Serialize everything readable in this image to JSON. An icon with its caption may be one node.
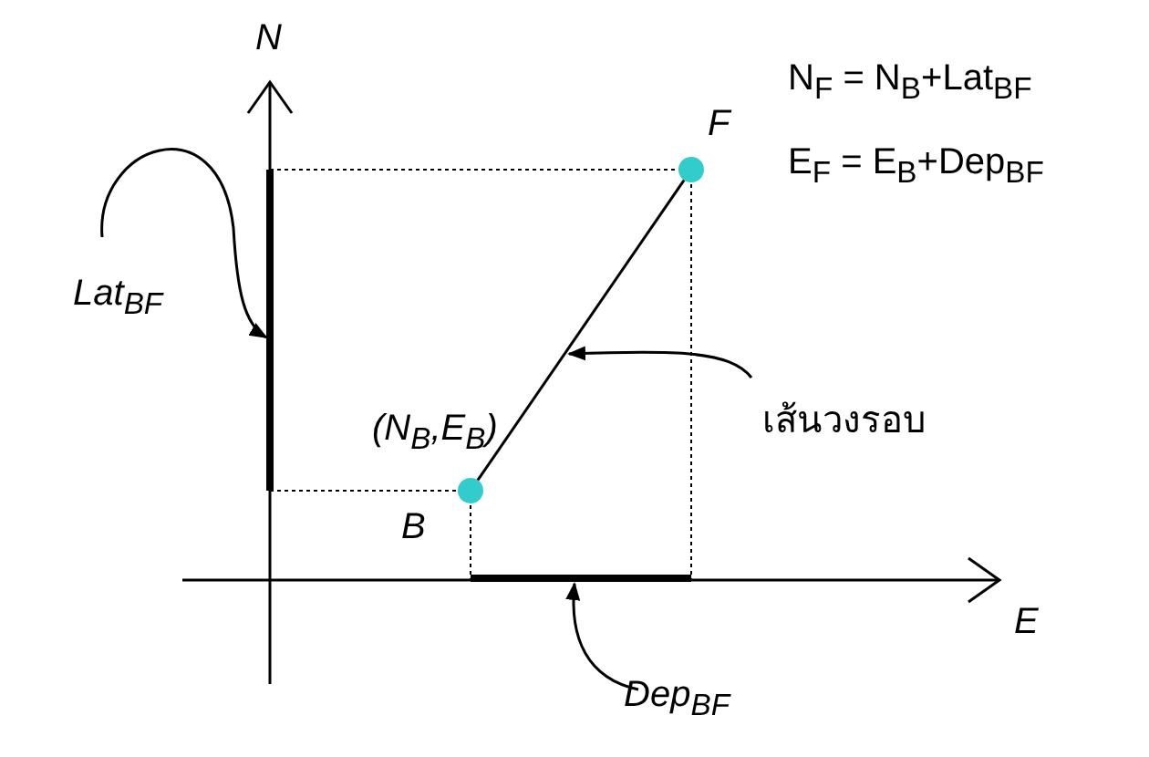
{
  "diagram": {
    "nodes": [
      {
        "text": [],
        "shape": "circle",
        "beside": [
          "F"
        ]
      },
      {
        "text": [
          "Lat$_{BF}$"
        ]
      },
      {
        "text": [],
        "shape": "bar"
      },
      {
        "text": [
          "เส้นวงรอบ"
        ]
      },
      {
        "text": [],
        "shape": "circle",
        "beside": [
          "(N$_{B}$,E$_{B}$)",
          "B"
        ]
      },
      {
        "text": [],
        "shape": "bar"
      },
      {
        "text": [
          "Dep$_{BF}$"
        ]
      }
    ],
    "edges": [
      {
        "from": 4,
        "to": 0,
        "arrow": "none"
      },
      {
        "from": 1,
        "to": 2,
        "arrow": "to"
      },
      {
        "from": 3,
        "to": null,
        "arrow": "to"
      },
      {
        "from": 6,
        "to": 5,
        "arrow": "to"
      }
    ],
    "labels": [
      "N",
      "N$_{F}$ = N$_{B}$+Lat$_{BF}$",
      "E$_{F}$ = E$_{B}$+Dep$_{BF}$",
      "E"
    ]
  }
}
